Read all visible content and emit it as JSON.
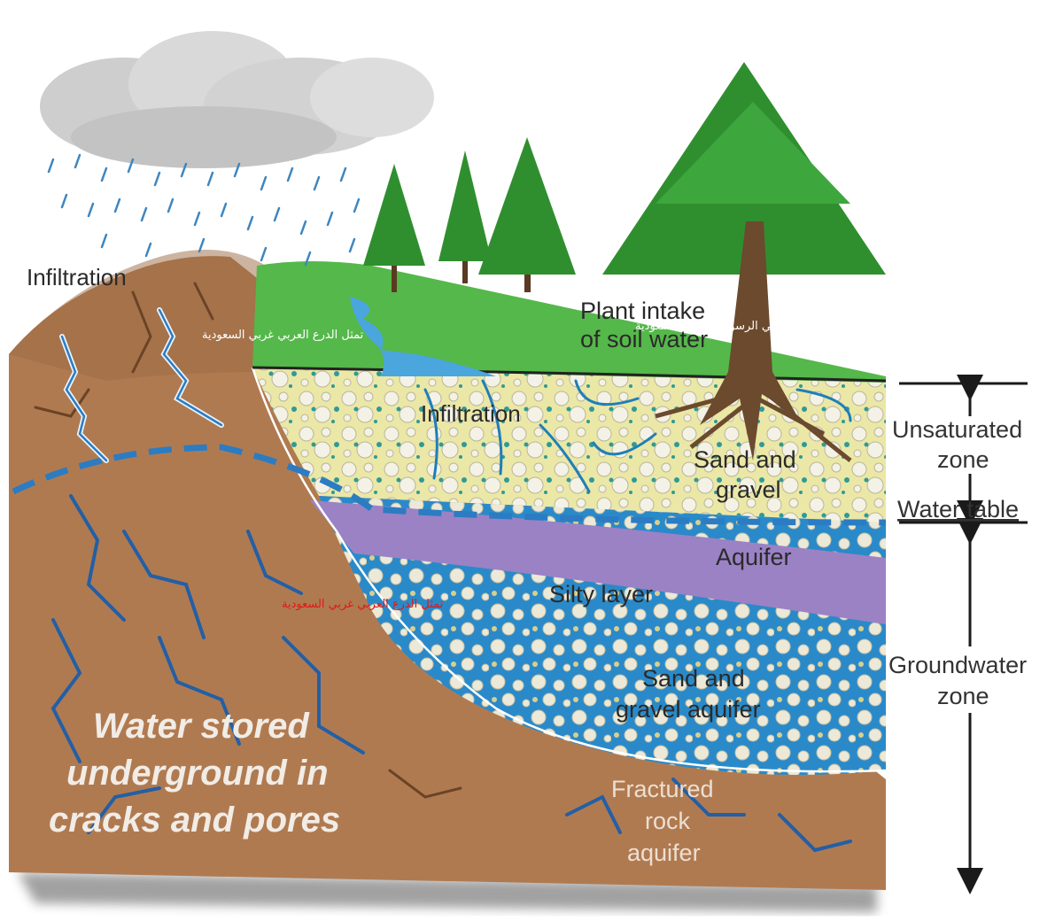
{
  "labels": {
    "infiltration_hill": "Infiltration",
    "infiltration_soil": "Infiltration",
    "plant_intake_line1": "Plant intake",
    "plant_intake_line2": "of soil water",
    "sand_gravel_line1": "Sand and",
    "sand_gravel_line2": "gravel",
    "aquifer": "Aquifer",
    "silty_layer": "Silty layer",
    "sand_gravel_aquifer_line1": "Sand and",
    "sand_gravel_aquifer_line2": "gravel aquifer",
    "fractured_line1": "Fractured",
    "fractured_line2": "rock",
    "fractured_line3": "aquifer",
    "stored_line1": "Water stored",
    "stored_line2": "underground in",
    "stored_line3": "cracks and pores"
  },
  "side_labels": {
    "unsaturated_line1": "Unsaturated",
    "unsaturated_line2": "zone",
    "water_table": "Water table",
    "groundwater_line1": "Groundwater",
    "groundwater_line2": "zone"
  },
  "arabic": {
    "hill": "تمثل الدرع العربي غربي السعودية",
    "soil": "تمثل الرف العربي الرسوبي شرقي السعودية",
    "rock": "تمثل الدرع العربي غربي السعودية"
  },
  "colors": {
    "rock": "#b07a50",
    "sand": "#ebe7a6",
    "aquifer": "#2a8ac9",
    "silty": "#9b82c5",
    "grass": "#55b84a",
    "tree": "#2f8f2f",
    "arabic_white": "#ffffff",
    "arabic_red": "#e01818"
  }
}
